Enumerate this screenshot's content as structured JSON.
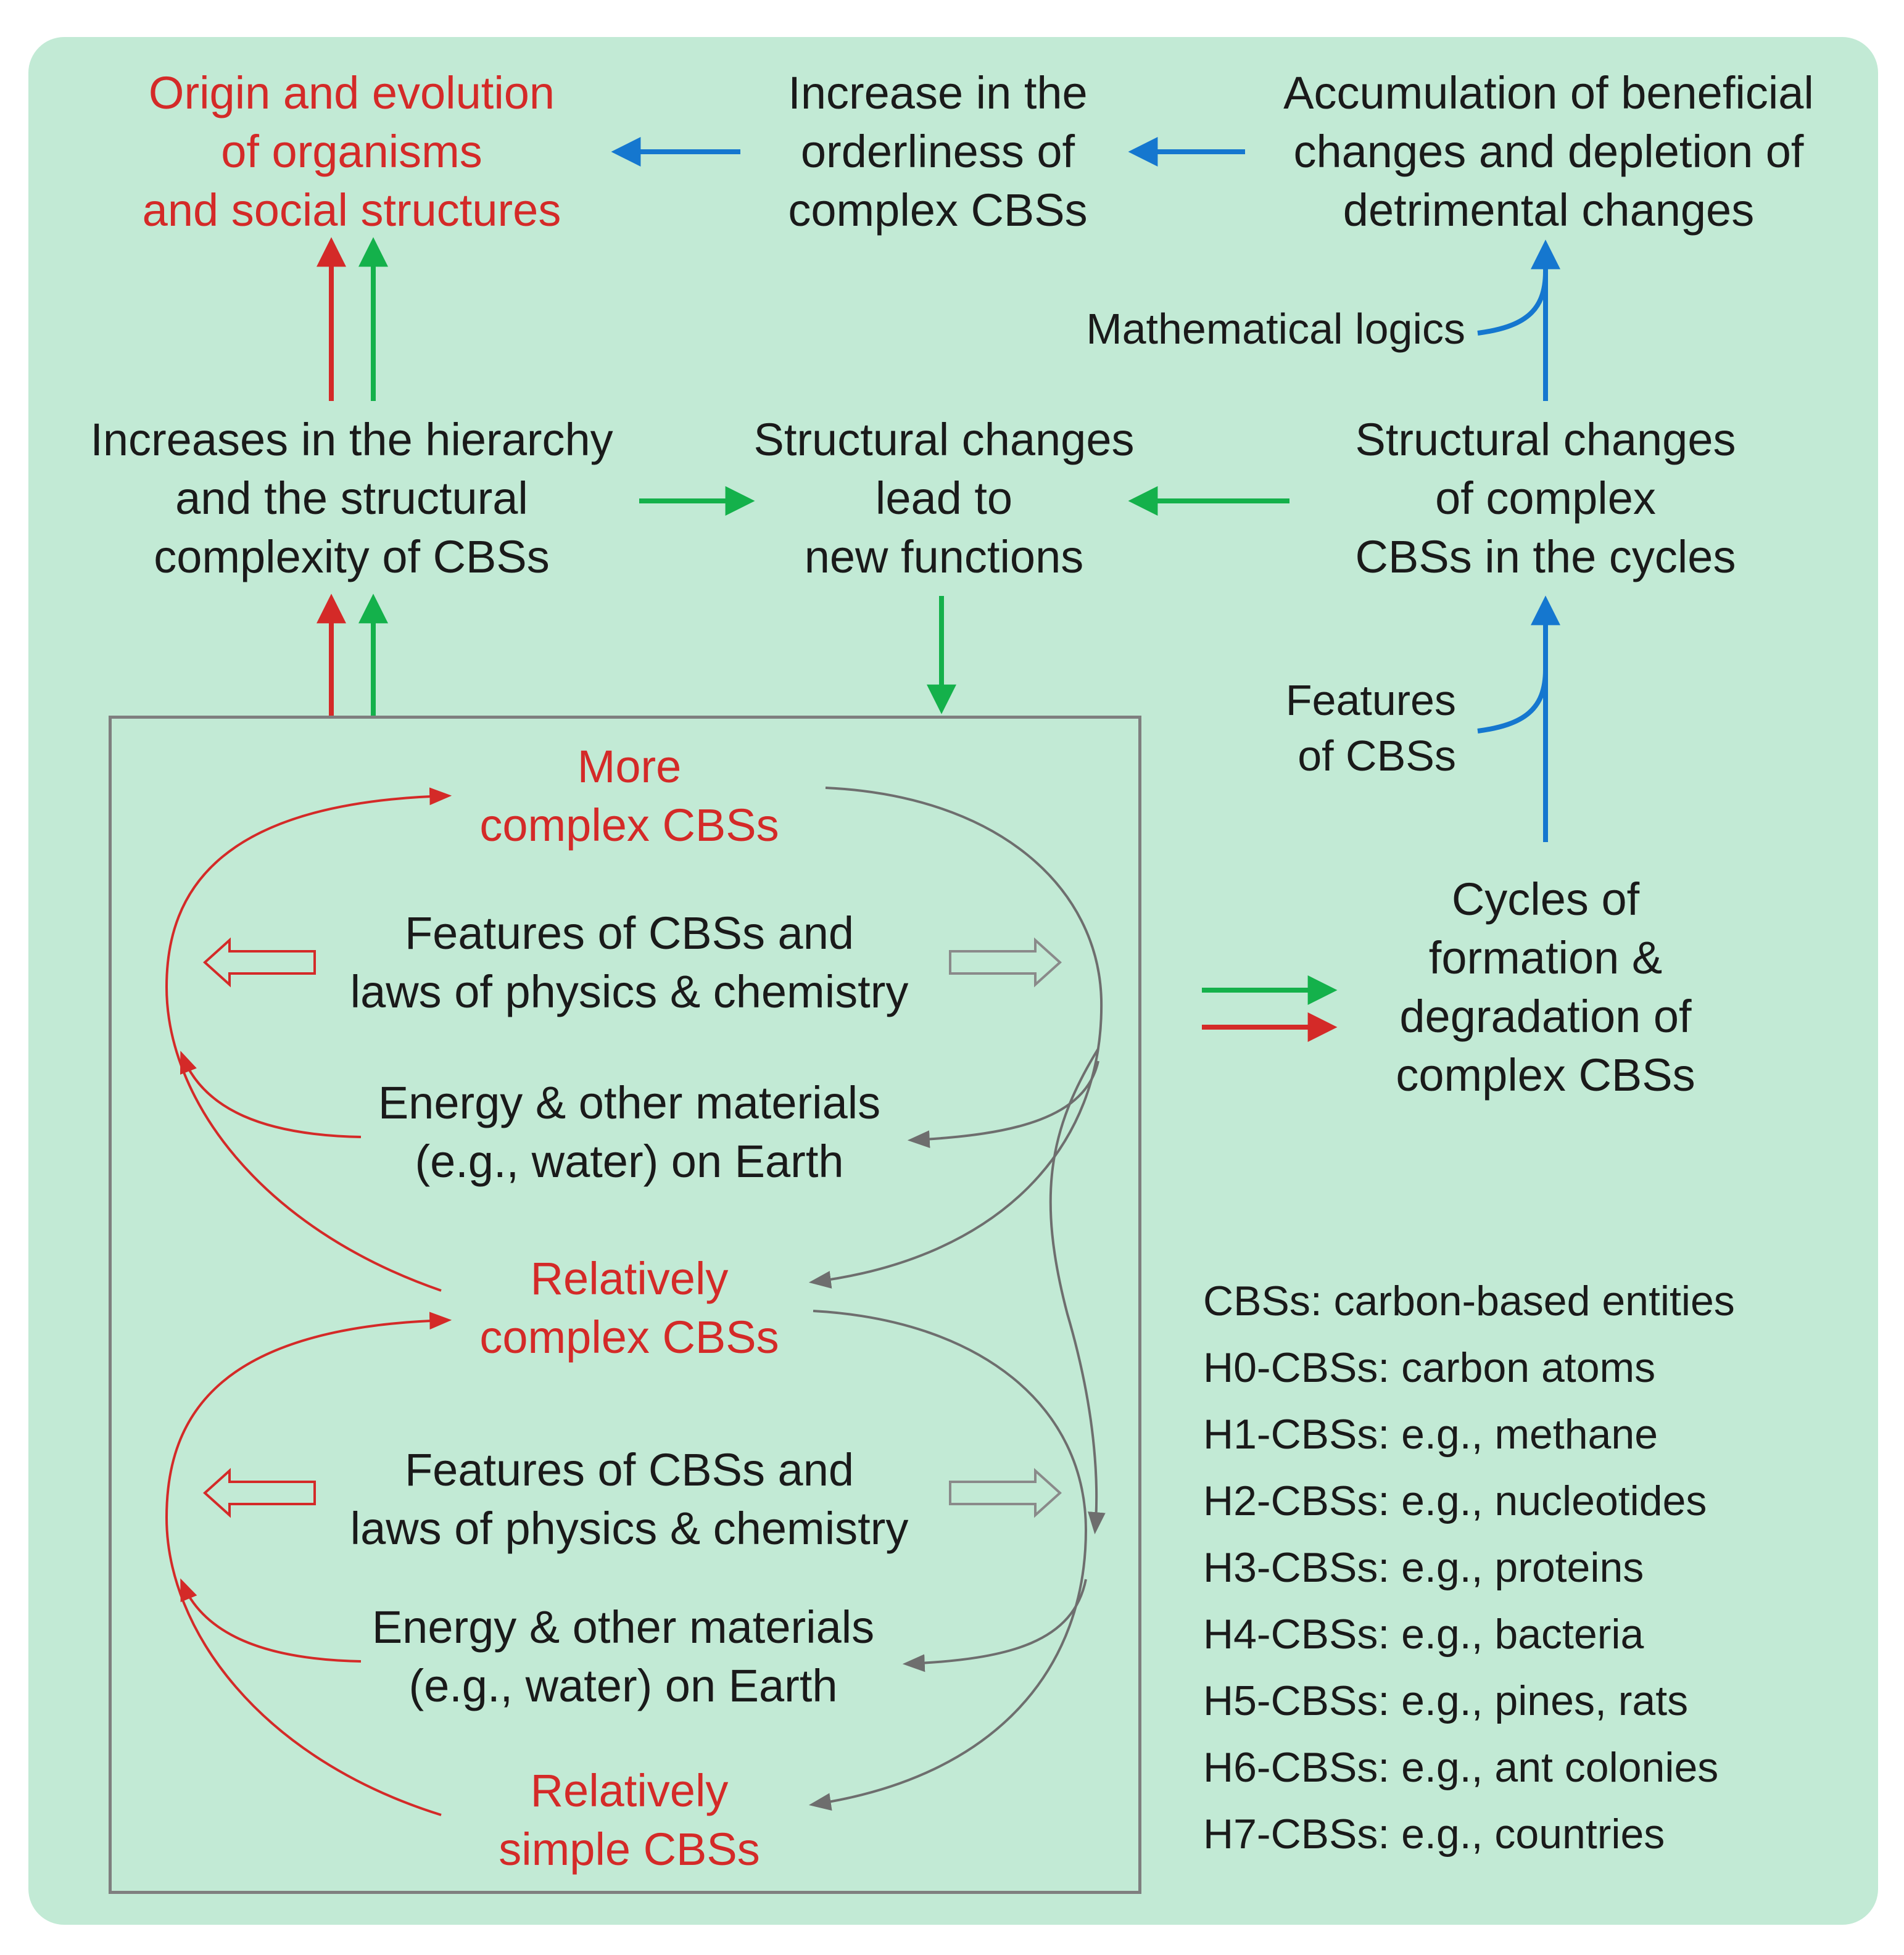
{
  "colors": {
    "background": "#c2ead5",
    "red": "#d42a28",
    "green": "#14b14b",
    "blue": "#1577cf",
    "gray": "#6e6e6e",
    "text": "#1a1a1a"
  },
  "top_row": {
    "origin": [
      "Origin and evolution",
      "of organisms",
      "and social structures"
    ],
    "orderliness": [
      "Increase in the",
      "orderliness of",
      "complex CBSs"
    ],
    "accumulation": [
      "Accumulation of beneficial",
      "changes and depletion of",
      "detrimental changes"
    ]
  },
  "mathematical_logics": "Mathematical logics",
  "middle_row": {
    "hierarchy": [
      "Increases in the hierarchy",
      "and the  structural",
      "complexity of CBSs"
    ],
    "structural_new": [
      "Structural changes",
      "lead to",
      "new functions"
    ],
    "structural_cycles": [
      "Structural changes",
      "of complex",
      "CBSs in the cycles"
    ]
  },
  "features_of_cbss": [
    "Features",
    "of CBSs"
  ],
  "cycles": [
    "Cycles of",
    "formation &",
    "degradation of",
    "complex CBSs"
  ],
  "box": {
    "more_complex": [
      "More",
      "complex CBSs"
    ],
    "features_laws_1": [
      "Features of CBSs and",
      "laws of physics & chemistry"
    ],
    "energy_1": [
      "Energy & other materials",
      "(e.g., water) on Earth"
    ],
    "relatively_complex": [
      "Relatively",
      "complex CBSs"
    ],
    "features_laws_2": [
      "Features of CBSs and",
      "laws of physics & chemistry"
    ],
    "energy_2": [
      "Energy & other materials",
      "(e.g., water) on Earth"
    ],
    "relatively_simple": [
      "Relatively",
      "simple CBSs"
    ]
  },
  "legend": [
    "CBSs: carbon-based entities",
    "H0-CBSs: carbon atoms",
    "H1-CBSs: e.g., methane",
    "H2-CBSs: e.g., nucleotides",
    "H3-CBSs: e.g., proteins",
    "H4-CBSs: e.g., bacteria",
    "H5-CBSs: e.g., pines, rats",
    "H6-CBSs: e.g., ant colonies",
    "H7-CBSs: e.g., countries"
  ]
}
